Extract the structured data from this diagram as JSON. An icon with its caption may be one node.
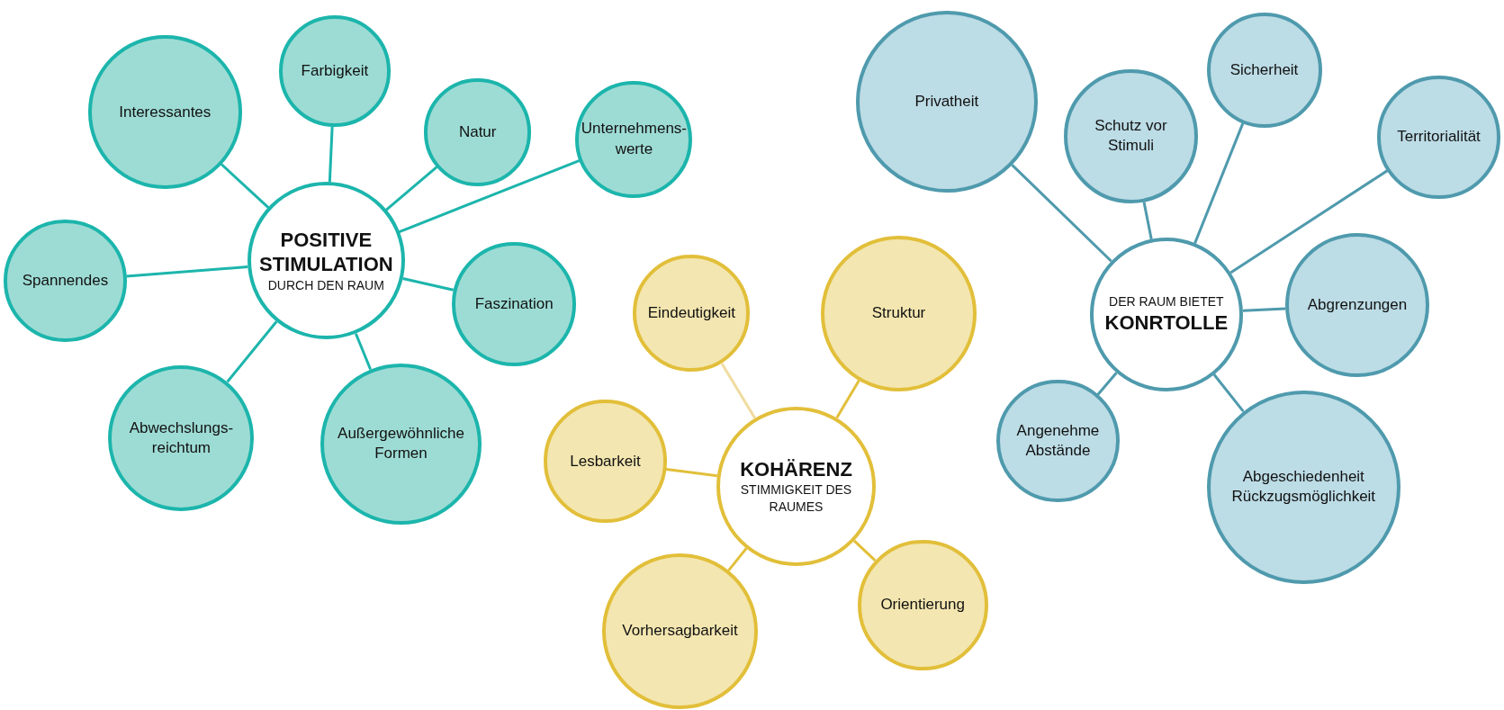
{
  "diagram": {
    "nodes": [
      {
        "text": [
          "POSITIVE STIMULATION",
          "DURCH DEN RAUM"
        ]
      },
      {
        "text": [
          "Interessantes"
        ]
      },
      {
        "text": [
          "Farbigkeit"
        ]
      },
      {
        "text": [
          "Natur"
        ]
      },
      {
        "text": [
          "Unternehmens-werte"
        ]
      },
      {
        "text": [
          "Spannendes"
        ]
      },
      {
        "text": [
          "Faszination"
        ]
      },
      {
        "text": [
          "Abwechslungs-reichtum"
        ]
      },
      {
        "text": [
          "Außergewöhnliche Formen"
        ]
      },
      {
        "text": [
          "KOHÄRENZ",
          "STIMMIGKEIT DES RAUMES"
        ]
      },
      {
        "text": [
          "Eindeutigkeit"
        ]
      },
      {
        "text": [
          "Struktur"
        ]
      },
      {
        "text": [
          "Lesbarkeit"
        ]
      },
      {
        "text": [
          "Vorhersagbarkeit"
        ]
      },
      {
        "text": [
          "Orientierung"
        ]
      },
      {
        "text": [
          "DER RAUM BIETET",
          "KONRTOLLE"
        ]
      },
      {
        "text": [
          "Privatheit"
        ]
      },
      {
        "text": [
          "Schutz vor Stimuli"
        ]
      },
      {
        "text": [
          "Sicherheit"
        ]
      },
      {
        "text": [
          "Territorialität"
        ]
      },
      {
        "text": [
          "Abgrenzungen"
        ]
      },
      {
        "text": [
          "Angenehme Abstände"
        ]
      },
      {
        "text": [
          "Abgeschiedenheit Rückzugsmöglichkeit"
        ]
      }
    ],
    "edges": [
      {
        "from": 0,
        "to": 1,
        "arrow": "none"
      },
      {
        "from": 0,
        "to": 2,
        "arrow": "none"
      },
      {
        "from": 0,
        "to": 3,
        "arrow": "none"
      },
      {
        "from": 0,
        "to": 4,
        "arrow": "none"
      },
      {
        "from": 0,
        "to": 5,
        "arrow": "none"
      },
      {
        "from": 0,
        "to": 6,
        "arrow": "none"
      },
      {
        "from": 0,
        "to": 7,
        "arrow": "none"
      },
      {
        "from": 0,
        "to": 8,
        "arrow": "none"
      },
      {
        "from": 9,
        "to": 10,
        "arrow": "none",
        "color": "#f0dca0"
      },
      {
        "from": 9,
        "to": 11,
        "arrow": "none",
        "color": "#e2bf3a"
      },
      {
        "from": 9,
        "to": 12,
        "arrow": "none",
        "color": "#e2bf3a"
      },
      {
        "from": 9,
        "to": 13,
        "arrow": "none",
        "color": "#e2bf3a"
      },
      {
        "from": 9,
        "to": 14,
        "arrow": "none",
        "color": "#e2bf3a"
      },
      {
        "from": 15,
        "to": 16,
        "arrow": "none"
      },
      {
        "from": 15,
        "to": 17,
        "arrow": "none"
      },
      {
        "from": 15,
        "to": 18,
        "arrow": "none"
      },
      {
        "from": 15,
        "to": 19,
        "arrow": "none"
      },
      {
        "from": 15,
        "to": 20,
        "arrow": "none"
      },
      {
        "from": 15,
        "to": 21,
        "arrow": "none"
      },
      {
        "from": 15,
        "to": 22,
        "arrow": "none"
      }
    ]
  }
}
